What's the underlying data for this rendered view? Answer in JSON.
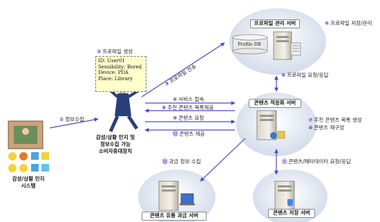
{
  "colors": {
    "arrow": "#5046c6",
    "step_number": "#5a2ea6",
    "cloud": "#dde6f2",
    "note_bg": "#ffffcc"
  },
  "nodes": {
    "profile_server": "프로파일 관리 서버",
    "profile_db": "Profile DB",
    "adaptation_server": "콘텐츠 적응화 서버",
    "billing_server": "콘텐츠 유통 과금 서버",
    "storage_server": "콘텐츠 저장 서버",
    "user_device_line1": "감성/상황 인지 및",
    "user_device_line2": "정보수집 가능",
    "user_device_line3": "소비자휴대장치",
    "emotion_system_line1": "감성/상황 인지",
    "emotion_system_line2": "시스템"
  },
  "profile_note": {
    "heading_num": "②",
    "heading": "프로파일 생성",
    "lines": [
      "ID: User01",
      "Sensibility: Bored",
      "Device: PDA",
      "Place:  Library"
    ]
  },
  "steps": {
    "s1": {
      "num": "①",
      "text": "정보수집"
    },
    "s3": {
      "num": "③",
      "text": "프로파일 전송"
    },
    "s4": {
      "num": "④",
      "text": "프로파일 저장/관리"
    },
    "s5": {
      "num": "⑤",
      "text": "프로파일 요청/응답"
    },
    "s6": {
      "num": "⑥",
      "text": "서비스 접속"
    },
    "s7": {
      "num": "⑦",
      "text": "추천 콘텐츠 목록 생성"
    },
    "s8": {
      "num": "⑧",
      "text": "추천 콘텐츠 목록제공"
    },
    "s9": {
      "num": "⑨",
      "text": "콘텐츠 요청"
    },
    "s10": {
      "num": "⑩",
      "text": "콘텐츠 재구성"
    },
    "s11": {
      "num": "⑪",
      "text": "콘텐츠/메타데이터 요청/응답"
    },
    "s12": {
      "num": "⑫",
      "text": "콘텐츠 제공"
    },
    "s13": {
      "num": "⑬",
      "text": "과금 정보 수집"
    }
  }
}
